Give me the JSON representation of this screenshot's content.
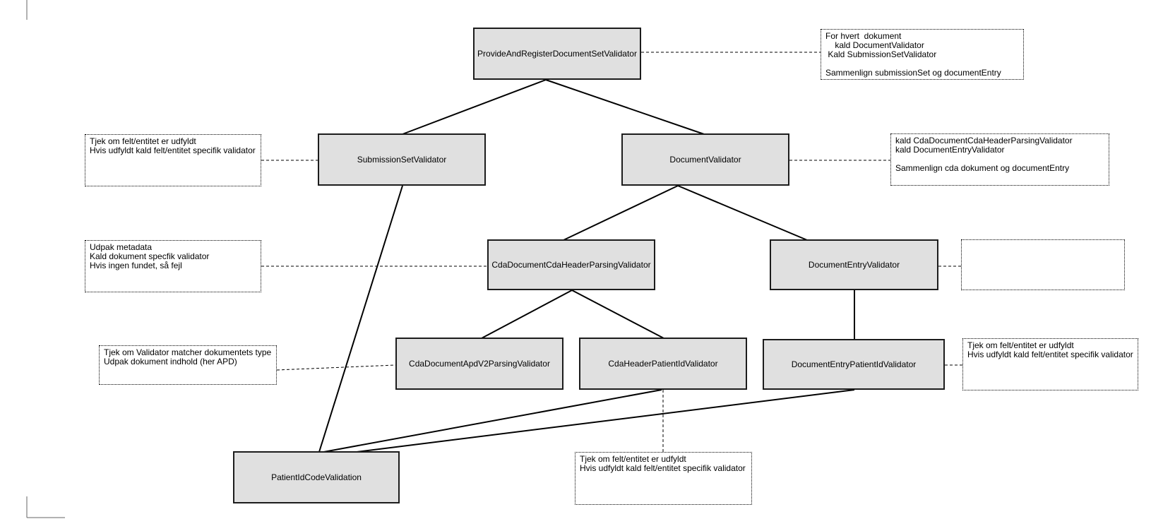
{
  "colors": {
    "node_fill": "#e0e0e0",
    "node_border": "#1c1c1c",
    "note_bg": "#ffffff",
    "note_border": "#000000",
    "connector": "#000000",
    "page_mark": "#666666"
  },
  "diagram": {
    "nodes": {
      "provide_and_register": {
        "label": "ProvideAndRegisterDocumentSetValidator"
      },
      "submission_set": {
        "label": "SubmissionSetValidator"
      },
      "document_validator": {
        "label": "DocumentValidator"
      },
      "cda_header_parsing": {
        "label": "CdaDocumentCdaHeaderParsingValidator"
      },
      "document_entry": {
        "label": "DocumentEntryValidator"
      },
      "apd_v2_parsing": {
        "label": "CdaDocumentApdV2ParsingValidator"
      },
      "cda_header_patient_id": {
        "label": "CdaHeaderPatientIdValidator"
      },
      "document_entry_patient_id": {
        "label": "DocumentEntryPatientIdValidator"
      },
      "patient_id_code": {
        "label": "PatientIdCodeValidation"
      }
    },
    "notes": {
      "top": {
        "text": "For hvert  dokument\n    kald DocumentValidator\n Kald SubmissionSetValidator\n\nSammenlign submissionSet og documentEntry"
      },
      "submission_set": {
        "text": "Tjek om felt/entitet er udfyldt\nHvis udfyldt kald felt/entitet specifik validator"
      },
      "document_validator": {
        "text": "kald CdaDocumentCdaHeaderParsingValidator\nkald DocumentEntryValidator\n\nSammenlign cda dokument og documentEntry"
      },
      "cda_header_parsing": {
        "text": "Udpak metadata\nKald dokument specfik validator\nHvis ingen fundet, så fejl"
      },
      "document_entry": {
        "text": ""
      },
      "apd_v2_parsing": {
        "text": "Tjek om Validator matcher dokumentets type\nUdpak dokument indhold (her APD)"
      },
      "document_entry_patient_id": {
        "text": "Tjek om felt/entitet er udfyldt\nHvis udfyldt kald felt/entitet specifik validator"
      },
      "patient_id_code": {
        "text": "Tjek om felt/entitet er udfyldt\nHvis udfyldt kald felt/entitet specifik validator"
      }
    }
  }
}
